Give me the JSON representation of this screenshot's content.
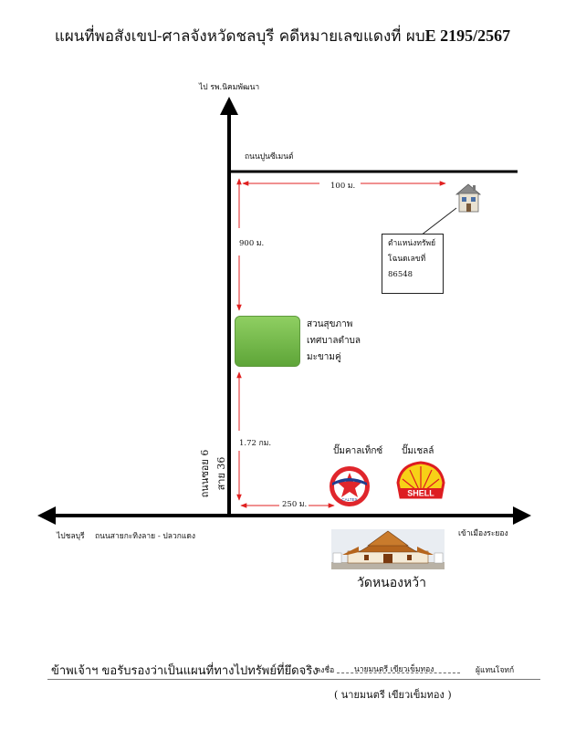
{
  "title": {
    "text": "แผนที่พอสังเขป-ศาลจังหวัดชลบุรี คดีหมายเลขแดงที่ ผบ",
    "case_number": "E 2195/2567"
  },
  "labels": {
    "north_destination": "ไป รพ.นิคมพัฒนา",
    "road_top": "ถนนปูนซีเมนต์",
    "dist_top": "100 ม.",
    "dist_left_upper": "900 ม.",
    "dist_left_lower": "1.72 กม.",
    "dist_bottom": "250 ม.",
    "road_vertical": "ถนนซอย 6 สาย 36",
    "west_destination": "ไปชลบุรี",
    "road_main": "ถนนสายกะทิงลาย - ปลวกแดง",
    "east_destination": "เข้าเมืองระยอง",
    "caltex_label": "ปั๊มคาลเท็กซ์",
    "shell_label": "ปั๊มเชลล์",
    "shell_logo_text": "SHELL",
    "caltex_logo_text": "CALTEX",
    "temple_label": "วัดหนองหว้า"
  },
  "property_box": {
    "line1": "ตำแหน่งทรัพย์",
    "line2": "โฉนดเลขที่",
    "line3": "86548"
  },
  "park": {
    "line1": "สวนสุขภาพ",
    "line2": "เทศบาลตำบล",
    "line3": "มะขามคู่"
  },
  "footer": {
    "certify": "ข้าพเจ้าฯ ขอรับรองว่าเป็นแผนที่ทางไปทรัพย์ที่ยึดจริง",
    "sign_label": "ลงชื่อ",
    "signature_name": "นายมนตรี เขียวเข็มทอง",
    "role": "ผู้แทนโจทก์",
    "printed_name": "( นายมนตรี เขียวเข็มทอง )"
  },
  "colors": {
    "road": "#000000",
    "distance_arrow": "#e02020",
    "park_green": "#6db344",
    "shell_yellow": "#f7d117",
    "shell_red": "#dd1d21",
    "caltex_red": "#e0262c",
    "caltex_blue": "#1f3f8f"
  }
}
